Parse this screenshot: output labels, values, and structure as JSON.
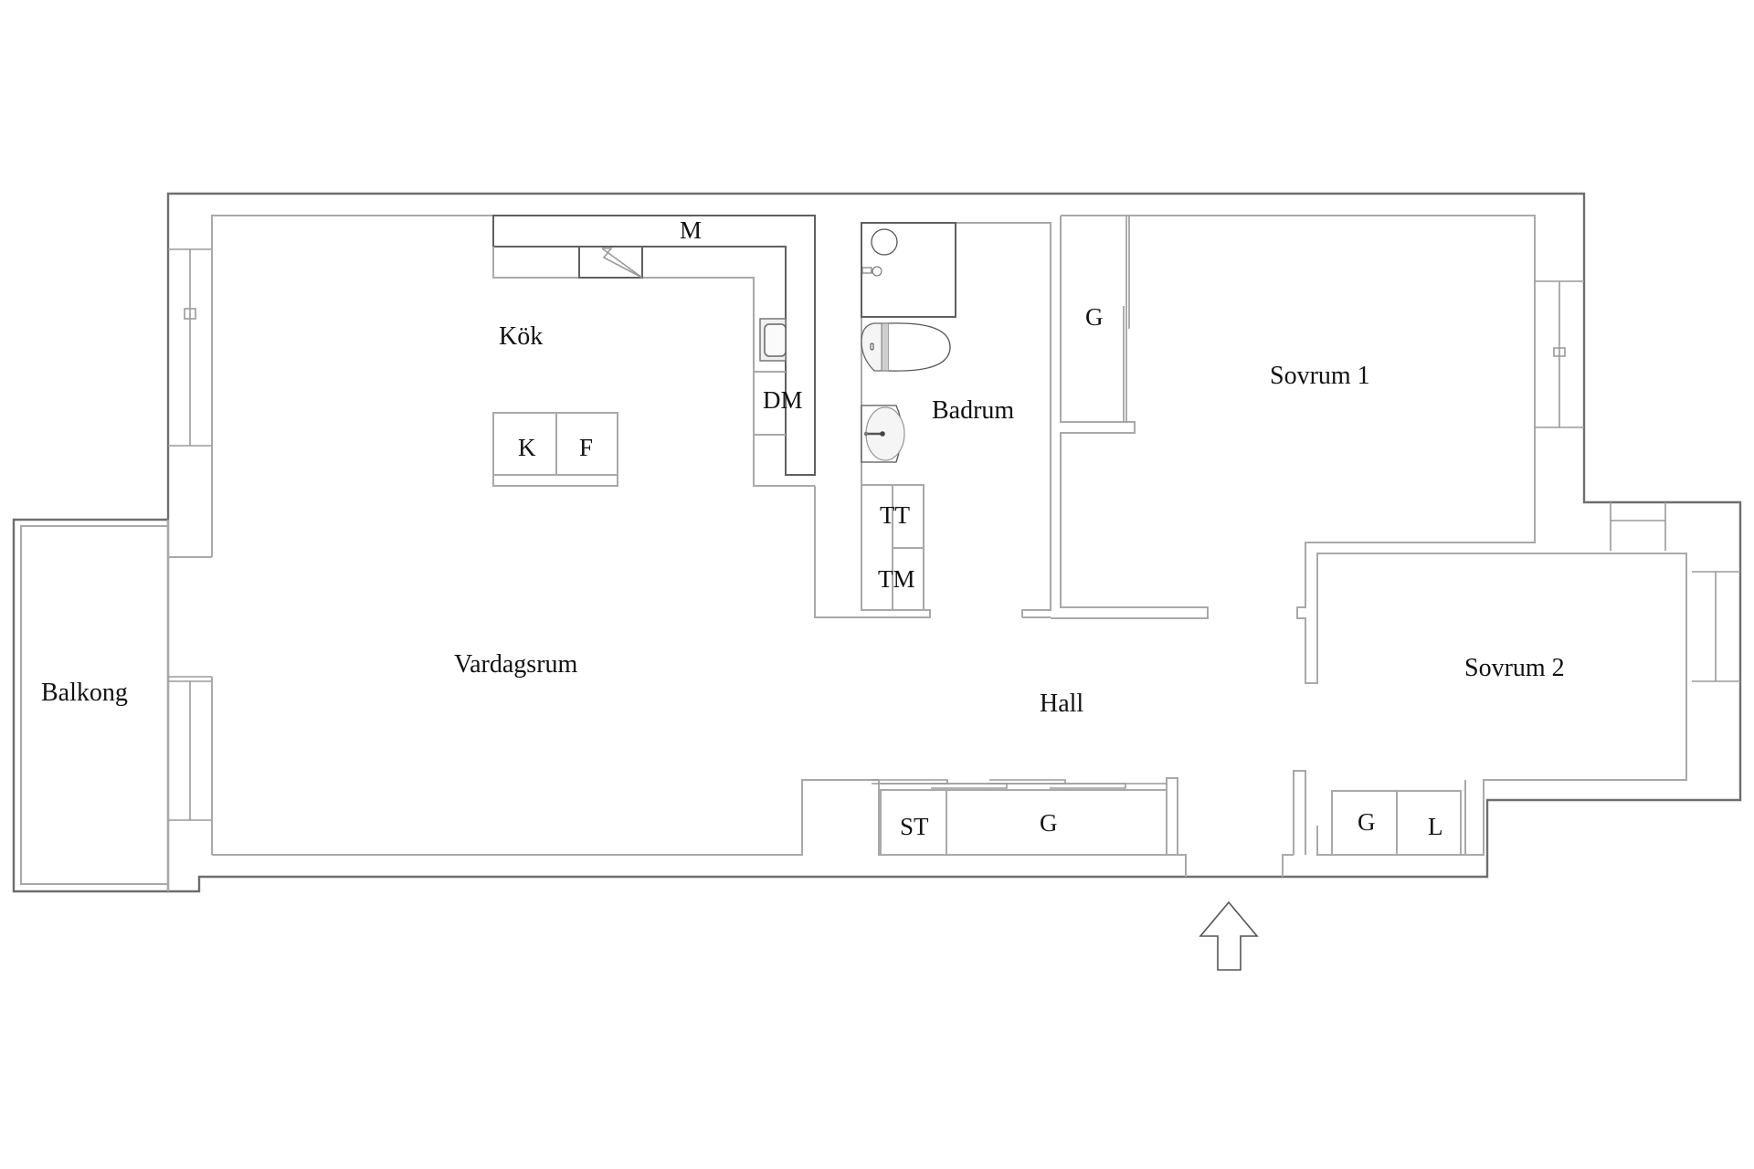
{
  "plan": {
    "type": "apartment-floor-plan",
    "rooms": {
      "kok": "Kök",
      "vardagsrum": "Vardagsrum",
      "balkong": "Balkong",
      "badrum": "Badrum",
      "hall": "Hall",
      "sovrum1": "Sovrum 1",
      "sovrum2": "Sovrum 2"
    },
    "fixtures": {
      "microwave": "M",
      "dishwasher": "DM",
      "fridge": "K",
      "freezer": "F",
      "dryer": "TT",
      "washer": "TM",
      "wardrobe_sovrum1": "G",
      "storage_hall": "ST",
      "wardrobe_hall": "G",
      "wardrobe_sovrum2": "G",
      "linen_closet": "L"
    },
    "entrance_arrow": "entrance-arrow-icon",
    "colors": {
      "outer_wall": "#6e6e6e",
      "inner_wall": "#a9a9a9",
      "text": "#111111",
      "background": "#ffffff"
    }
  }
}
